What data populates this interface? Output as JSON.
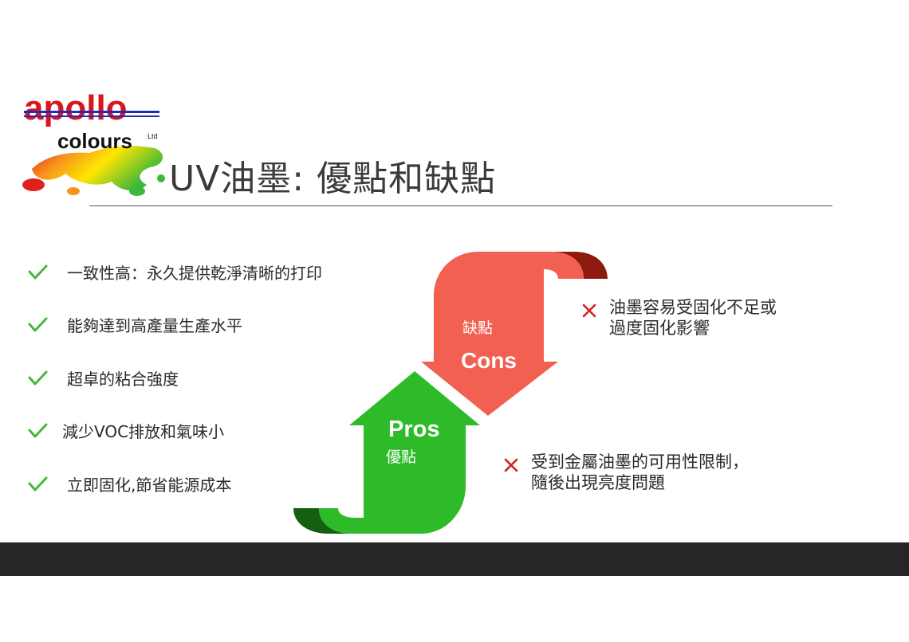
{
  "logo": {
    "word_top": "apollo",
    "word_bottom": "colours",
    "suffix": "Ltd",
    "colors": {
      "red": "#d8161b",
      "blue": "#1f2bbd",
      "black": "#111111"
    }
  },
  "title": "UV油墨: 優點和缺點",
  "pros": [
    "一致性高：永久提供乾淨清晰的打印",
    "能夠達到高產量生產水平",
    "超卓的粘合強度",
    "減少VOC排放和氣味小",
    "立即固化,節省能源成本"
  ],
  "arrows": {
    "cons_label_cn": "缺點",
    "cons_label_en": "Cons",
    "pros_label_en": "Pros",
    "pros_label_cn": "優點",
    "colors": {
      "cons": "#f26052",
      "cons_dark": "#8e1a10",
      "pros": "#2dbb2a",
      "pros_dark": "#145f12"
    }
  },
  "cons": [
    {
      "lines": [
        "油墨容易受固化不足或",
        "過度固化影響"
      ]
    },
    {
      "lines": [
        "受到金屬油墨的可用性限制，",
        "隨後出現亮度問題"
      ]
    }
  ],
  "colors": {
    "check": "#46b83b",
    "cross": "#d42020",
    "title": "#3a3a3a",
    "bar": "#262626"
  }
}
